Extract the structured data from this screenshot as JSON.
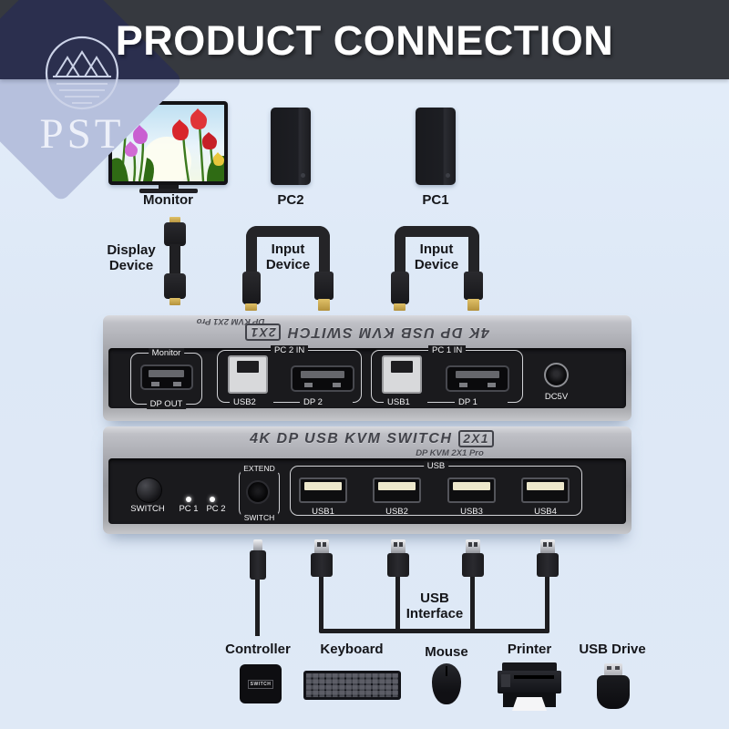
{
  "colors": {
    "background": "#dde8f6",
    "title_bar": "#36393f",
    "title_text": "#ffffff",
    "logo_navy": "#2b2f4e",
    "logo_lavender": "#b6c0dd",
    "device_silver": "#a8a9af",
    "device_panel": "#1a1a1d",
    "cable_black": "#242427",
    "connector_gold": "#c9a94f"
  },
  "header": {
    "title": "PRODUCT CONNECTION"
  },
  "logo": {
    "text": "PST"
  },
  "devices_row": {
    "monitor": "Monitor",
    "pc2": "PC2",
    "pc1": "PC1"
  },
  "cables": {
    "display": {
      "line1": "Display",
      "line2": "Device"
    },
    "input_left": {
      "line1": "Input",
      "line2": "Device"
    },
    "input_right": {
      "line1": "Input",
      "line2": "Device"
    }
  },
  "rear": {
    "brand": "4K DP USB KVM SWITCH",
    "badge": "2X1",
    "sub": "DP KVM 2X1 Pro",
    "monitor_group": {
      "top": "Monitor",
      "bottom": "DP OUT"
    },
    "pc2_group": {
      "title": "PC 2 IN",
      "usb": "USB2",
      "dp": "DP 2"
    },
    "pc1_group": {
      "title": "PC 1 IN",
      "usb": "USB1",
      "dp": "DP 1"
    },
    "power": "DC5V"
  },
  "front": {
    "brand": "4K DP USB KVM SWITCH",
    "badge": "2X1",
    "sub": "DP KVM 2X1 Pro",
    "switch_label": "SWITCH",
    "led1": "PC 1",
    "led2": "PC 2",
    "extend_top": "EXTEND",
    "extend_bottom": "SWITCH",
    "usb_group": "USB",
    "ports": [
      "USB1",
      "USB2",
      "USB3",
      "USB4"
    ]
  },
  "usb_interface": {
    "line1": "USB",
    "line2": "Interface"
  },
  "peripherals": {
    "controller": {
      "label": "Controller",
      "box_text": "SWITCH"
    },
    "keyboard": {
      "label": "Keyboard"
    },
    "mouse": {
      "label": "Mouse"
    },
    "printer": {
      "label": "Printer"
    },
    "usb_drive": {
      "label": "USB Drive"
    }
  },
  "icons": {
    "logo_emblem": "mountains-in-circle",
    "monitor_screen": "tulip-photo",
    "connectors": [
      "displayport-plug",
      "usb-b-plug",
      "usb-a-plug",
      "dc-plug"
    ]
  }
}
